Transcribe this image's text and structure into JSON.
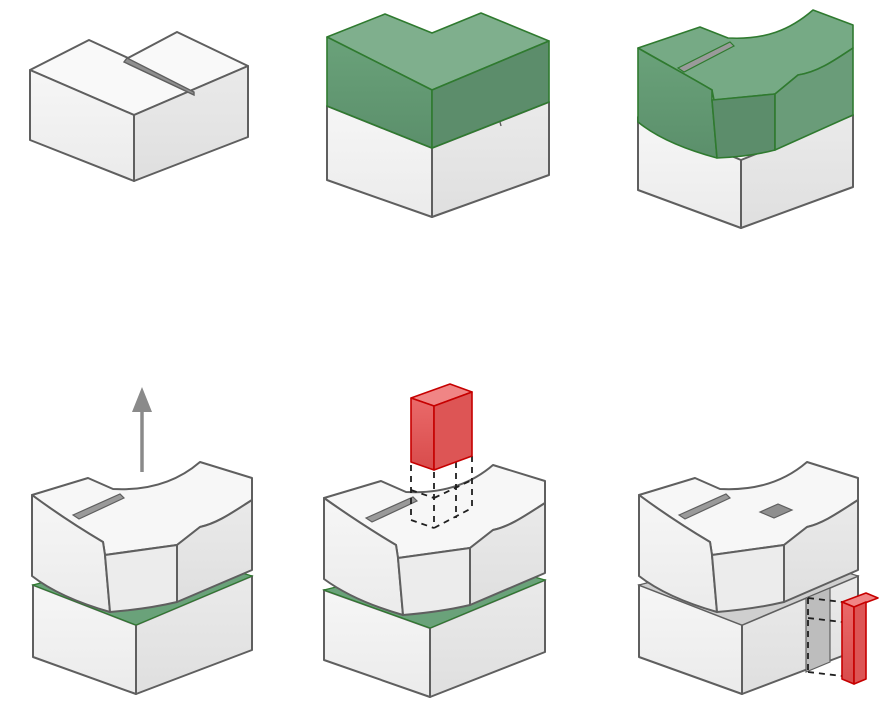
{
  "figure": {
    "panels": [
      "split-block",
      "green-top-volume",
      "green-shaped-volume",
      "lift-top-arrow",
      "insert-red-top",
      "insert-red-side"
    ]
  },
  "colors": {
    "green_fill": "#6fa07c",
    "green_edge": "#2f7a2f",
    "red_fill": "#e45a5a",
    "red_edge": "#c60000",
    "white_top": "#f9f9f9",
    "white_left": "#f1f1f1",
    "white_right": "#e4e4e4",
    "edge": "#5f5f5f",
    "arrow": "#8a8a8a"
  },
  "icons": {
    "arrow": "up-arrow-icon"
  }
}
